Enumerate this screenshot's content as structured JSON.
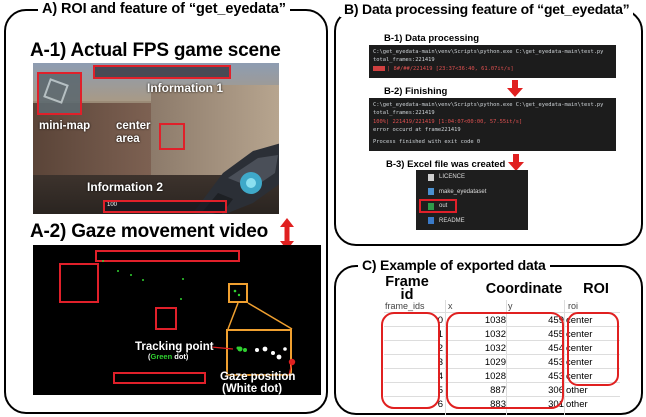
{
  "panel_a": {
    "title": "A) ROI and feature of “get_eyedata”",
    "a1": {
      "title": "A-1) Actual FPS game scene",
      "labels": {
        "information1": "Information 1",
        "minimap": "mini-map",
        "center_area": "center\narea",
        "information2": "Information 2"
      },
      "hud_number": "100"
    },
    "a2": {
      "title": "A-2) Gaze movement video",
      "tracking_label": "Tracking point",
      "tracking_sub_open": "(",
      "tracking_sub_green": "Green",
      "tracking_sub_close": " dot)",
      "gaze_label": "Gaze position",
      "gaze_sub": "(White dot)"
    }
  },
  "panel_b": {
    "title": "B) Data processing feature of “get_eyedata”",
    "b1": {
      "title": "B-1) Data processing",
      "lines": [
        "C:\\get_eyedata-main\\venv\\Scripts\\python.exe C:\\get_eyedata-main\\test.py",
        "total_frames:221419"
      ],
      "progress": "| 8#/##/221419 [23:37<36:40, 61.07it/s]"
    },
    "b2": {
      "title": "B-2) Finishing",
      "lines": [
        "C:\\get_eyedata-main\\venv\\Scripts\\python.exe C:\\get_eyedata-main\\test.py",
        "total_frames:221419"
      ],
      "progress": "100%| 221419/221419 [1:04:07<00:00, 57.55it/s]",
      "error_line": "error occurd at frame221419",
      "finish_line": "Process finished with exit code 0"
    },
    "b3": {
      "title": "B-3) Excel file was created",
      "files": [
        "LICENCE",
        "make_eyedataset",
        "out",
        "README"
      ]
    }
  },
  "panel_c": {
    "title": "C) Example of exported data",
    "headers": {
      "frame_id": "Frame\nid",
      "coordinate": "Coordinate",
      "roi": "ROI"
    },
    "table": {
      "columns": [
        "frame_ids",
        "x",
        "y",
        "roi"
      ],
      "rows": [
        [
          "0",
          "1038",
          "459",
          "center"
        ],
        [
          "1",
          "1032",
          "455",
          "center"
        ],
        [
          "2",
          "1032",
          "454",
          "center"
        ],
        [
          "3",
          "1029",
          "453",
          "center"
        ],
        [
          "4",
          "1028",
          "453",
          "center"
        ],
        [
          "5",
          "887",
          "306",
          "other"
        ],
        [
          "6",
          "883",
          "301",
          "other"
        ]
      ]
    }
  },
  "colors": {
    "roi_red": "#e0202a",
    "roi_orange": "#f0a030",
    "arrow_red": "#e02020",
    "tracking_green": "#30d030"
  }
}
